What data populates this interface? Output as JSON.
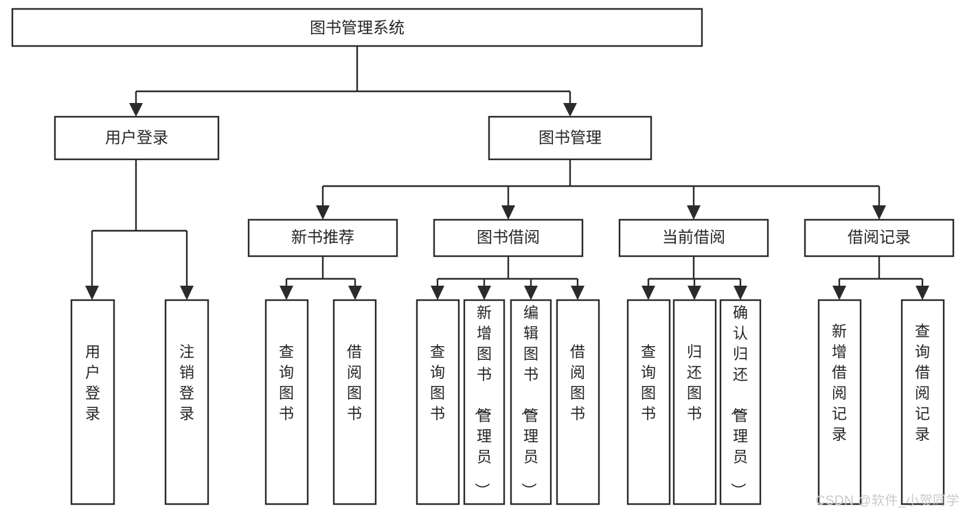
{
  "diagram": {
    "type": "tree-hierarchy-chart",
    "title": "图书管理系统",
    "watermark": "CSDN @软件_小贺同学",
    "root": {
      "id": "root",
      "label": "图书管理系统",
      "orientation": "horizontal"
    },
    "level2": [
      {
        "id": "user-login",
        "label": "用户登录",
        "orientation": "horizontal"
      },
      {
        "id": "book-manage",
        "label": "图书管理",
        "orientation": "horizontal"
      }
    ],
    "level3": [
      {
        "id": "new-book-recommend",
        "label": "新书推荐",
        "parent": "book-manage",
        "orientation": "horizontal"
      },
      {
        "id": "book-borrow",
        "label": "图书借阅",
        "parent": "book-manage",
        "orientation": "horizontal"
      },
      {
        "id": "current-borrow",
        "label": "当前借阅",
        "parent": "book-manage",
        "orientation": "horizontal"
      },
      {
        "id": "borrow-record",
        "label": "借阅记录",
        "parent": "book-manage",
        "orientation": "horizontal"
      }
    ],
    "leaves": [
      {
        "id": "leaf-user-login",
        "label": "用户登录",
        "parent": "user-login",
        "orientation": "vertical"
      },
      {
        "id": "leaf-user-logout",
        "label": "注销登录",
        "parent": "user-login",
        "orientation": "vertical"
      },
      {
        "id": "leaf-query-book-1",
        "label": "查询图书",
        "parent": "new-book-recommend",
        "orientation": "vertical"
      },
      {
        "id": "leaf-borrow-book-1",
        "label": "借阅图书",
        "parent": "new-book-recommend",
        "orientation": "vertical"
      },
      {
        "id": "leaf-query-book-2",
        "label": "查询图书",
        "parent": "book-borrow",
        "orientation": "vertical"
      },
      {
        "id": "leaf-add-book",
        "label": "新增图书（管理员）",
        "parent": "book-borrow",
        "orientation": "vertical"
      },
      {
        "id": "leaf-edit-book",
        "label": "编辑图书（管理员）",
        "parent": "book-borrow",
        "orientation": "vertical"
      },
      {
        "id": "leaf-borrow-book-2",
        "label": "借阅图书",
        "parent": "book-borrow",
        "orientation": "vertical"
      },
      {
        "id": "leaf-query-book-3",
        "label": "查询图书",
        "parent": "current-borrow",
        "orientation": "vertical"
      },
      {
        "id": "leaf-return-book",
        "label": "归还图书",
        "parent": "current-borrow",
        "orientation": "vertical"
      },
      {
        "id": "leaf-confirm-return",
        "label": "确认归还（管理员）",
        "parent": "current-borrow",
        "orientation": "vertical"
      },
      {
        "id": "leaf-add-record",
        "label": "新增借阅记录",
        "parent": "borrow-record",
        "orientation": "vertical"
      },
      {
        "id": "leaf-query-record",
        "label": "查询借阅记录",
        "parent": "borrow-record",
        "orientation": "vertical"
      }
    ],
    "colors": {
      "stroke": "#2b2b2b",
      "fill": "#ffffff",
      "text": "#262626",
      "watermark": "#c9c9c9",
      "background": "#ffffff"
    }
  }
}
